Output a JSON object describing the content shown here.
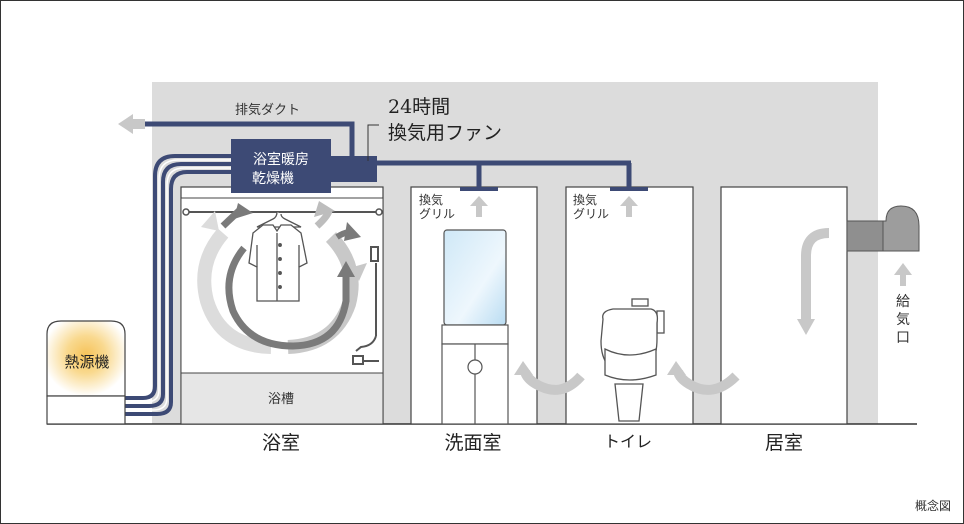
{
  "labels": {
    "exhaust_duct": "排気ダクト",
    "fan_line1": "24時間",
    "fan_line2": "換気用ファン",
    "dryer_line1": "浴室暖房",
    "dryer_line2": "乾燥機",
    "heat_source": "熱源機",
    "bathtub": "浴槽",
    "grille_line1": "換気",
    "grille_line2": "グリル",
    "supply_c1": "給",
    "supply_c2": "気",
    "supply_c3": "口",
    "note": "概念図"
  },
  "rooms": {
    "bathroom": "浴室",
    "washroom": "洗面室",
    "toilet": "トイレ",
    "living": "居室"
  },
  "colors": {
    "duct": "#3d4a75",
    "house_bg": "#dcdcdc",
    "arrow_light": "#c8c8c8",
    "arrow_dark": "#7a7a7a",
    "wall": "#444444",
    "heat_glow": "#f2b233"
  }
}
